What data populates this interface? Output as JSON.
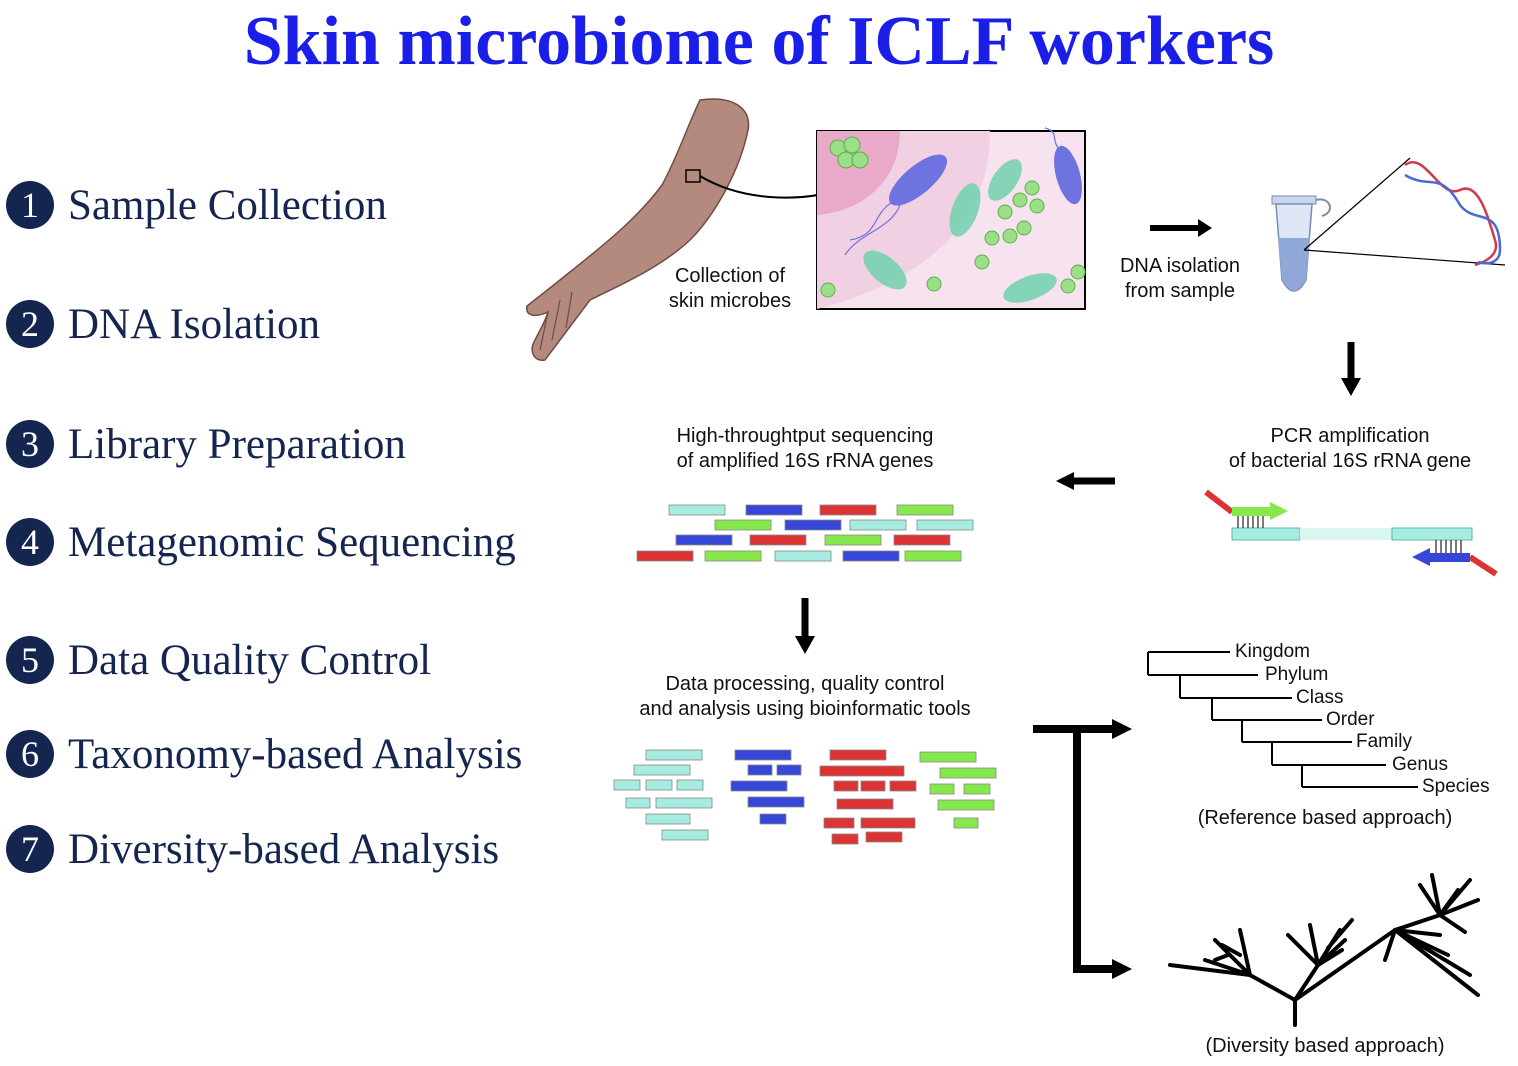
{
  "title": "Skin microbiome of ICLF workers",
  "steps": [
    {
      "number": "1",
      "label": "Sample Collection"
    },
    {
      "number": "2",
      "label": "DNA Isolation"
    },
    {
      "number": "3",
      "label": "Library Preparation"
    },
    {
      "number": "4",
      "label": "Metagenomic Sequencing"
    },
    {
      "number": "5",
      "label": "Data Quality Control"
    },
    {
      "number": "6",
      "label": "Taxonomy-based Analysis"
    },
    {
      "number": "7",
      "label": "Diversity-based Analysis"
    }
  ],
  "workflow": {
    "collection": {
      "line1": "Collection of",
      "line2": "skin microbes"
    },
    "dna_isolation": {
      "line1": "DNA isolation",
      "line2": "from sample"
    },
    "pcr": {
      "line1": "PCR amplification",
      "line2": "of bacterial 16S rRNA gene"
    },
    "sequencing": {
      "line1": "High-throughtput sequencing",
      "line2": "of amplified 16S rRNA genes"
    },
    "processing": {
      "line1": "Data processing, quality control",
      "line2": "and analysis using bioinformatic tools"
    },
    "taxonomy_ranks": [
      "Kingdom",
      "Phylum",
      "Class",
      "Order",
      "Family",
      "Genus",
      "Species"
    ],
    "reference_caption": "(Reference based approach)",
    "diversity_caption": "(Diversity based approach)"
  },
  "colors": {
    "title": "#1a1ee8",
    "step_text": "#14254f",
    "read_cyan": "#a6ece0",
    "read_blue": "#3646d6",
    "read_red": "#dc3434",
    "read_green": "#86e84a"
  }
}
